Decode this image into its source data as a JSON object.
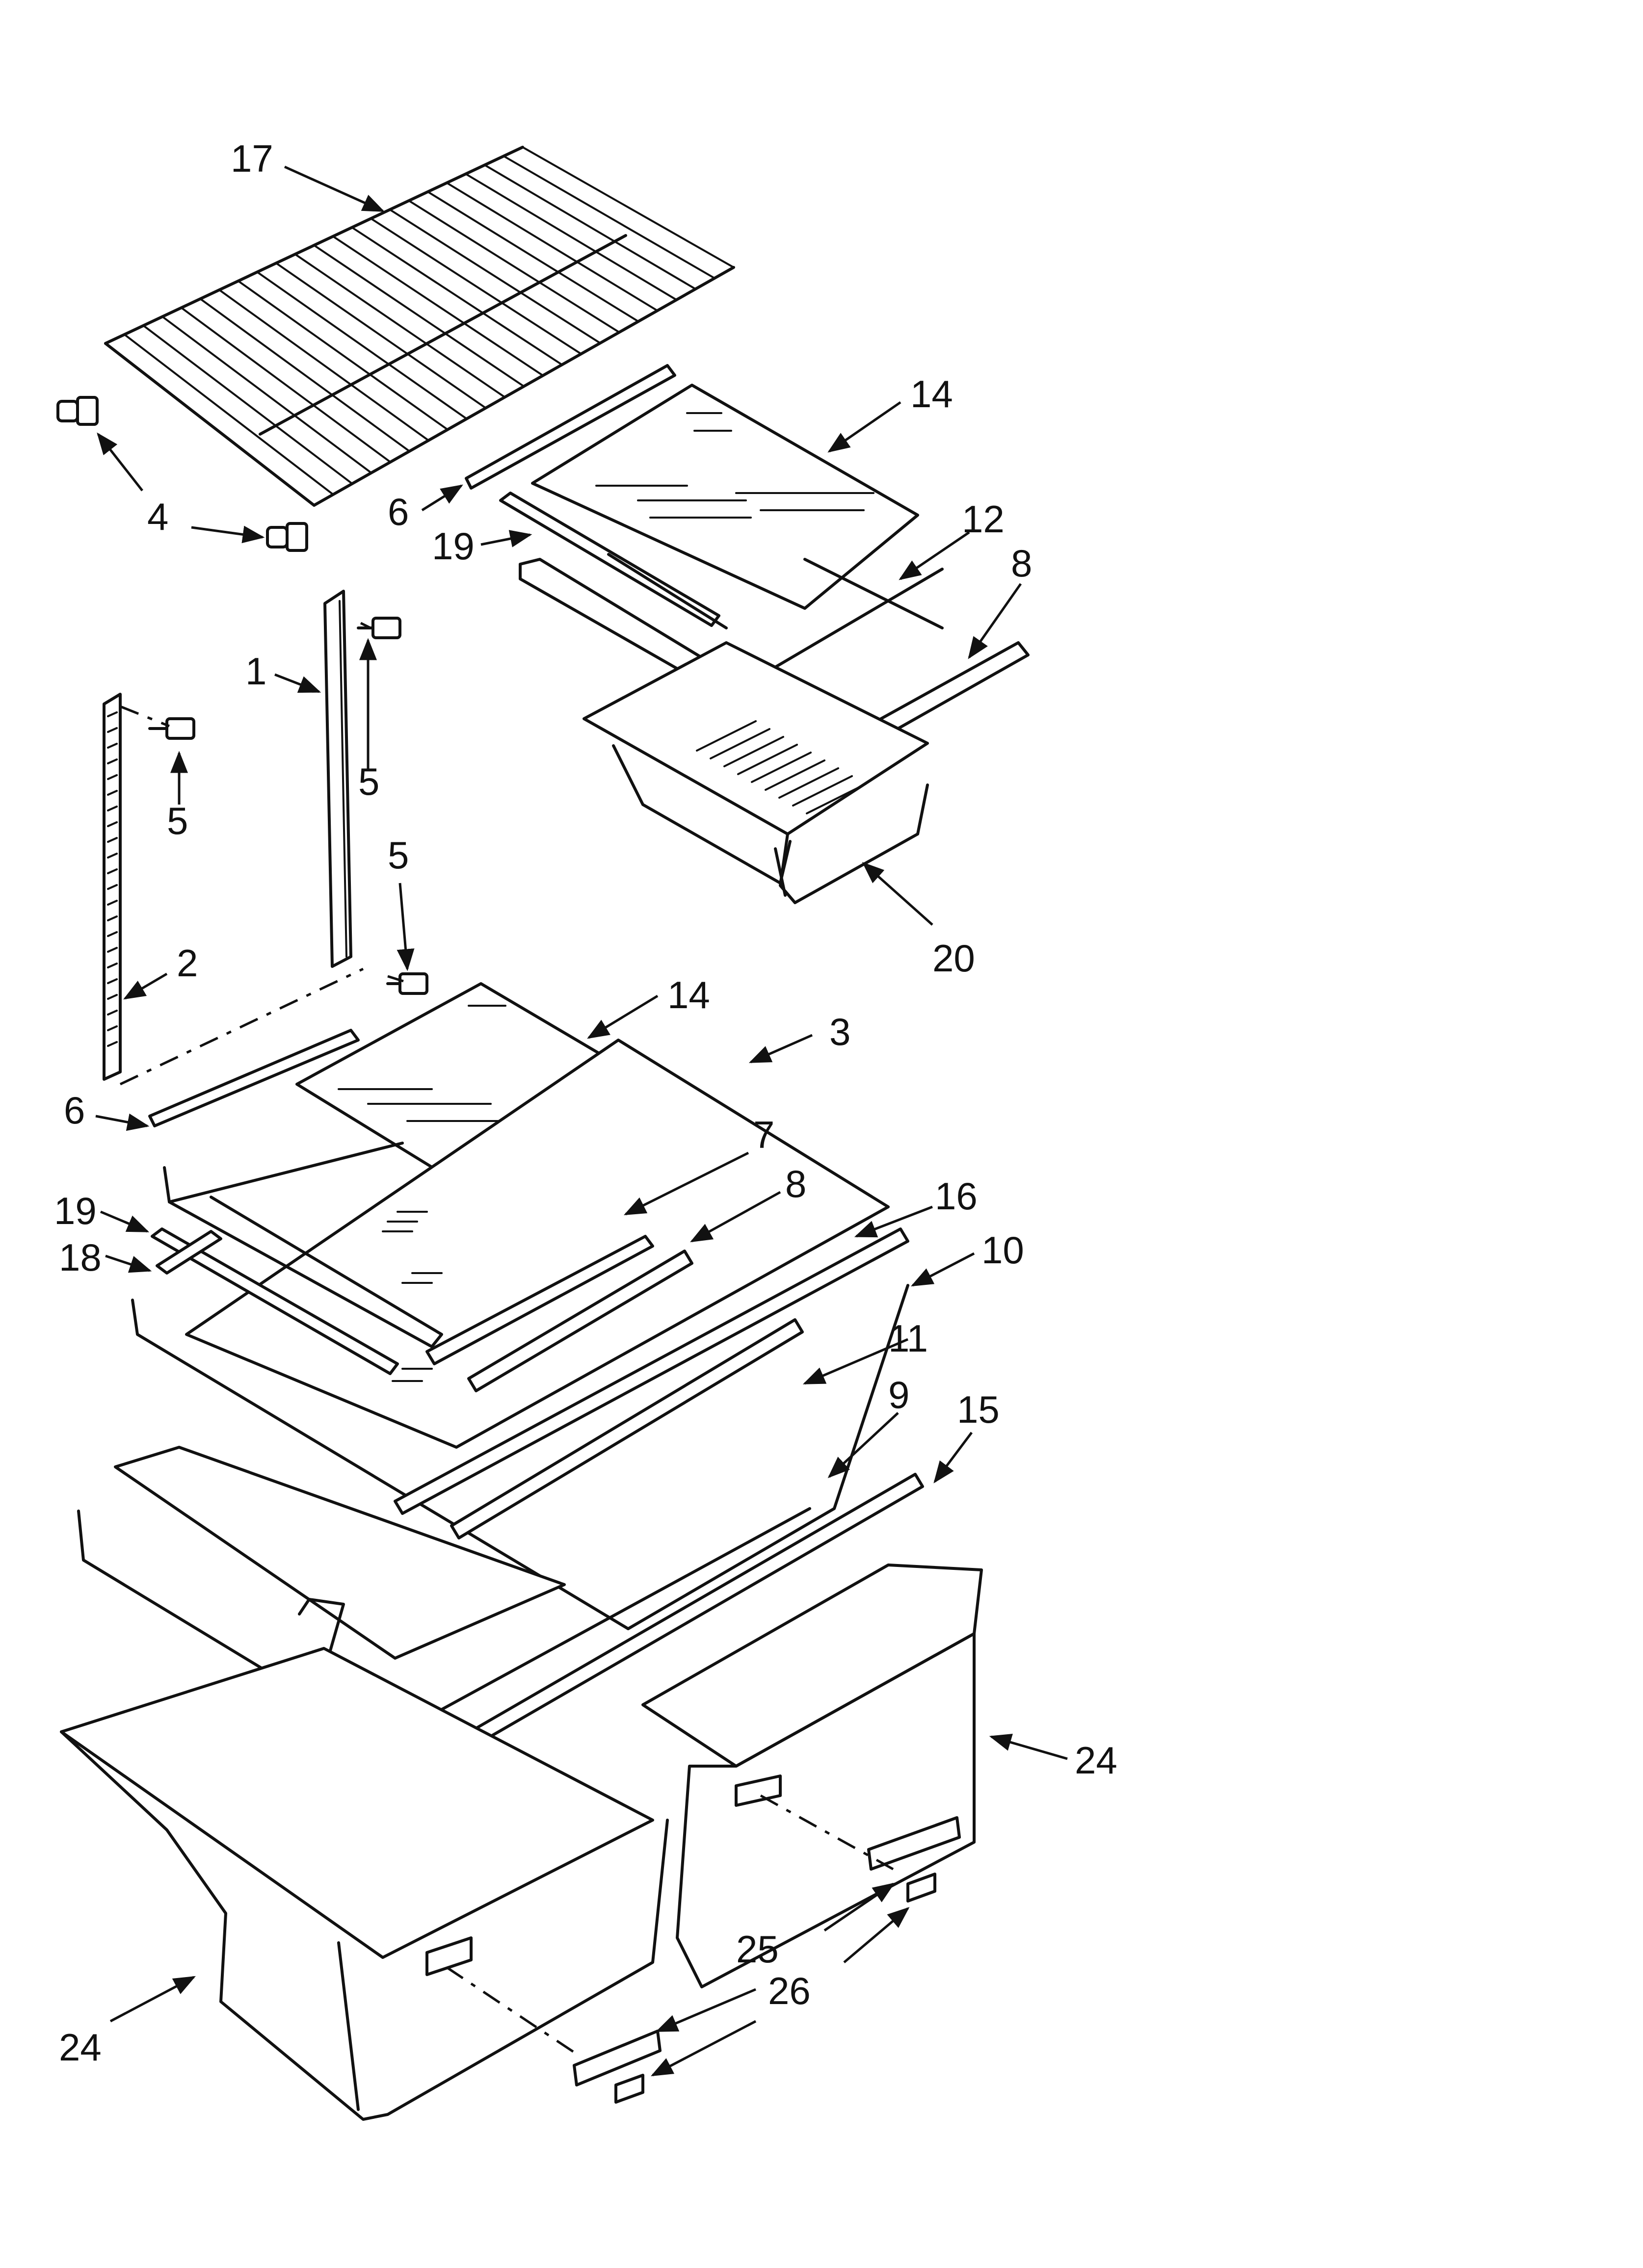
{
  "diagram": {
    "callouts": [
      "17",
      "14",
      "6",
      "19",
      "12",
      "8",
      "4",
      "1",
      "5",
      "5",
      "5",
      "2",
      "20",
      "14",
      "3",
      "6",
      "7",
      "8",
      "16",
      "19",
      "18",
      "10",
      "11",
      "9",
      "15",
      "24",
      "25",
      "26",
      "24"
    ]
  }
}
